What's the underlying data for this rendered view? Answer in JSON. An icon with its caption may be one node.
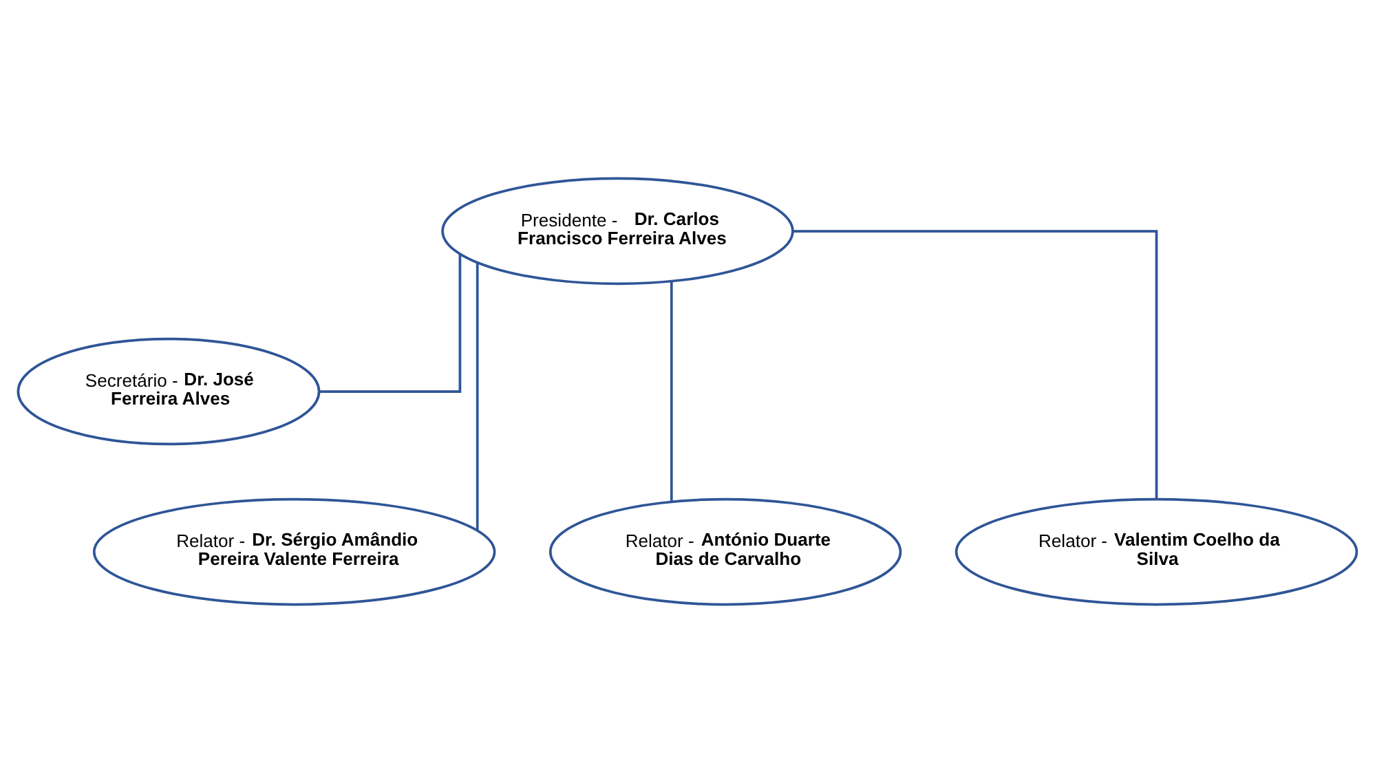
{
  "diagram": {
    "nodes": [
      {
        "text": [
          "Presidente - **Dr. Carlos Francisco Ferreira Alves**"
        ]
      },
      {
        "text": [
          "Secretário - **Dr. José Ferreira Alves**"
        ]
      },
      {
        "text": [
          "Relator - **Dr. Sérgio Amândio Pereira Valente Ferreira**"
        ]
      },
      {
        "text": [
          "Relator - **António Duarte Dias de Carvalho**"
        ]
      },
      {
        "text": [
          "Relator - **Valentim Coelho da Silva**"
        ]
      }
    ],
    "edges": [
      {
        "from": 0,
        "to": 1,
        "arrow": "none"
      },
      {
        "from": 0,
        "to": 2,
        "arrow": "none"
      },
      {
        "from": 0,
        "to": 3,
        "arrow": "none"
      },
      {
        "from": 0,
        "to": 4,
        "arrow": "none"
      }
    ]
  }
}
